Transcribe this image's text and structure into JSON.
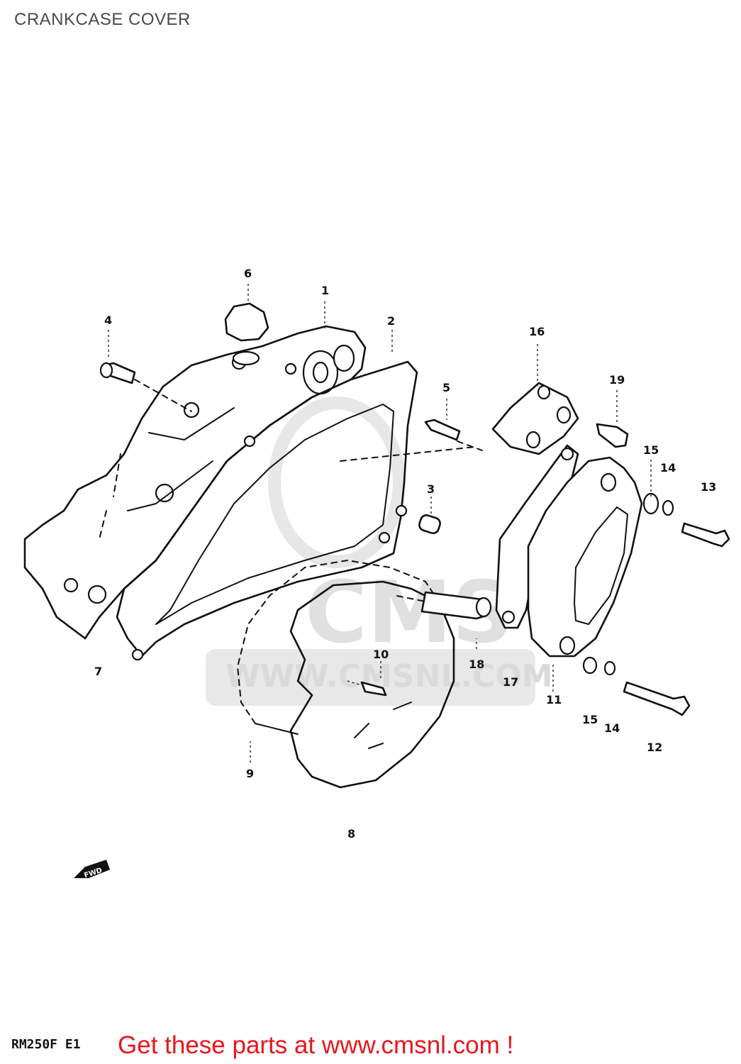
{
  "title": "CRANKCASE COVER",
  "watermark": {
    "logo_text": "CMS",
    "url_text": "WWW.CMSNL.COM"
  },
  "fwd_label": "FWD",
  "model_code": "RM250F E1",
  "promo_text": "Get these parts at www.cmsnl.com !",
  "promo_color": "#e8161c",
  "callouts": [
    "1",
    "2",
    "3",
    "4",
    "5",
    "6",
    "7",
    "8",
    "9",
    "10",
    "11",
    "12",
    "13",
    "14",
    "15",
    "16",
    "17",
    "18",
    "19",
    "14",
    "15"
  ]
}
